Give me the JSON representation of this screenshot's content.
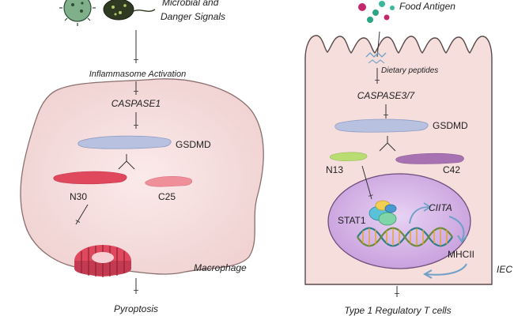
{
  "macrophage": {
    "trigger_label_line1": "Microbial and",
    "trigger_label_line2": "Danger Signals",
    "inflammasome_label": "Inflammasome Activation",
    "caspase_label": "CASPASE1",
    "gsdmd_label": "GSDMD",
    "n_fragment_label": "N30",
    "c_fragment_label": "C25",
    "cell_label": "Macrophage",
    "outcome_label": "Pyroptosis"
  },
  "iec": {
    "antigen_label": "Food Antigen",
    "peptides_label": "Dietary peptides",
    "caspase_label": "CASPASE3/7",
    "gsdmd_label": "GSDMD",
    "n_fragment_label": "N13",
    "c_fragment_label": "C42",
    "stat_label": "STAT1",
    "ciita_label": "CIITA",
    "mhc_label": "MHCII",
    "cell_label": "IEC",
    "outcome_label": "Type 1 Regulatory T cells"
  },
  "colors": {
    "cell_fill": "#f6dedd",
    "cell_stroke": "#5a4a4a",
    "gsdmd_blue": "#b8c2e0",
    "n30_red": "#e0485e",
    "c25_pink": "#ef8f9a",
    "n13_green": "#b9dd72",
    "c42_purple": "#a872b2",
    "nucleus_purple": "#d4b2e6",
    "arrow_blue": "#6fa0c8"
  }
}
